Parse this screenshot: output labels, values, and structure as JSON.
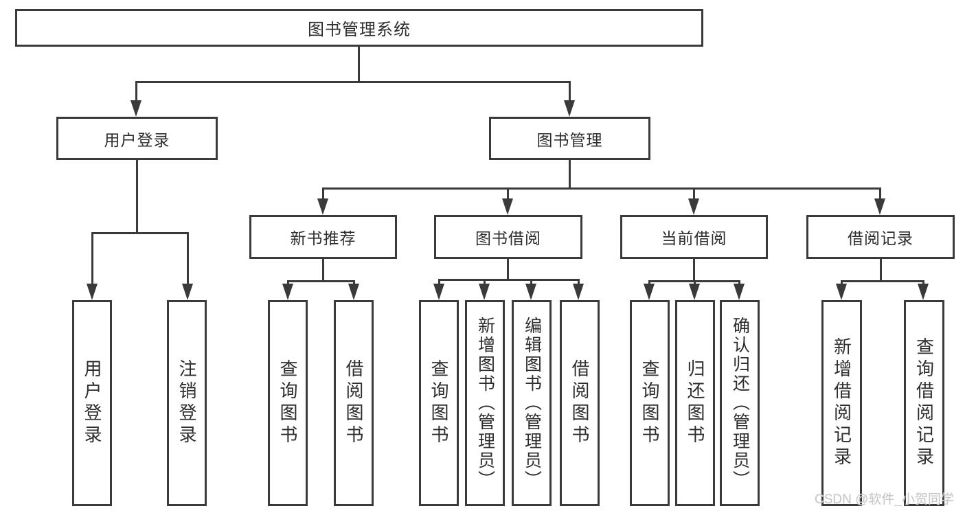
{
  "colors": {
    "line": "#3a3a3a",
    "text": "#2d2d2d",
    "background": "#ffffff",
    "watermark": "#c8c8c8"
  },
  "tree": {
    "root": {
      "label": "图书管理系统"
    },
    "user_login": {
      "label": "用户登录",
      "children": {
        "login": {
          "label": "用户登录"
        },
        "logout": {
          "label": "注销登录"
        }
      }
    },
    "book_management": {
      "label": "图书管理",
      "children": {
        "new_book_recommend": {
          "label": "新书推荐",
          "children": {
            "query_book": {
              "label": "查询图书"
            },
            "borrow_book": {
              "label": "借阅图书"
            }
          }
        },
        "book_borrowing": {
          "label": "图书借阅",
          "children": {
            "query_book": {
              "label": "查询图书"
            },
            "add_book": {
              "label": "新增图书（管理员）"
            },
            "edit_book": {
              "label": "编辑图书（管理员）"
            },
            "borrow_book": {
              "label": "借阅图书"
            }
          }
        },
        "current_borrowing": {
          "label": "当前借阅",
          "children": {
            "query_book": {
              "label": "查询图书"
            },
            "return_book": {
              "label": "归还图书"
            },
            "confirm_return": {
              "label": "确认归还（管理员）"
            }
          }
        },
        "borrowing_records": {
          "label": "借阅记录",
          "children": {
            "add_record": {
              "label": "新增借阅记录"
            },
            "query_record": {
              "label": "查询借阅记录"
            }
          }
        }
      }
    }
  },
  "watermark": {
    "text": "CSDN @软件_小贺同学"
  }
}
